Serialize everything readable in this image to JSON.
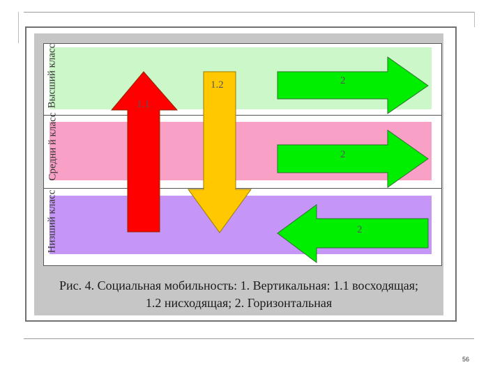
{
  "bands": {
    "upper": "Высший класс",
    "middle": "Средни й класс",
    "lower": "Низший класс"
  },
  "arrows": {
    "vertical_up": "1.1",
    "vertical_down": "1.2",
    "horizontal_upper": "2",
    "horizontal_middle": "2",
    "horizontal_lower": "2"
  },
  "caption": {
    "line1": "Рис. 4. Социальная мобильность: 1. Вертикальная: 1.1 восходящая;",
    "line2": "1.2 нисходящая; 2. Горизонтальная"
  },
  "page_number": "56",
  "colors": {
    "upper_band": "#ccf7c9",
    "middle_band": "#f8a0c6",
    "lower_band": "#c596f7",
    "arrow_up": "#ff0000",
    "arrow_down": "#ffc800",
    "arrow_horizontal": "#00ee00"
  }
}
